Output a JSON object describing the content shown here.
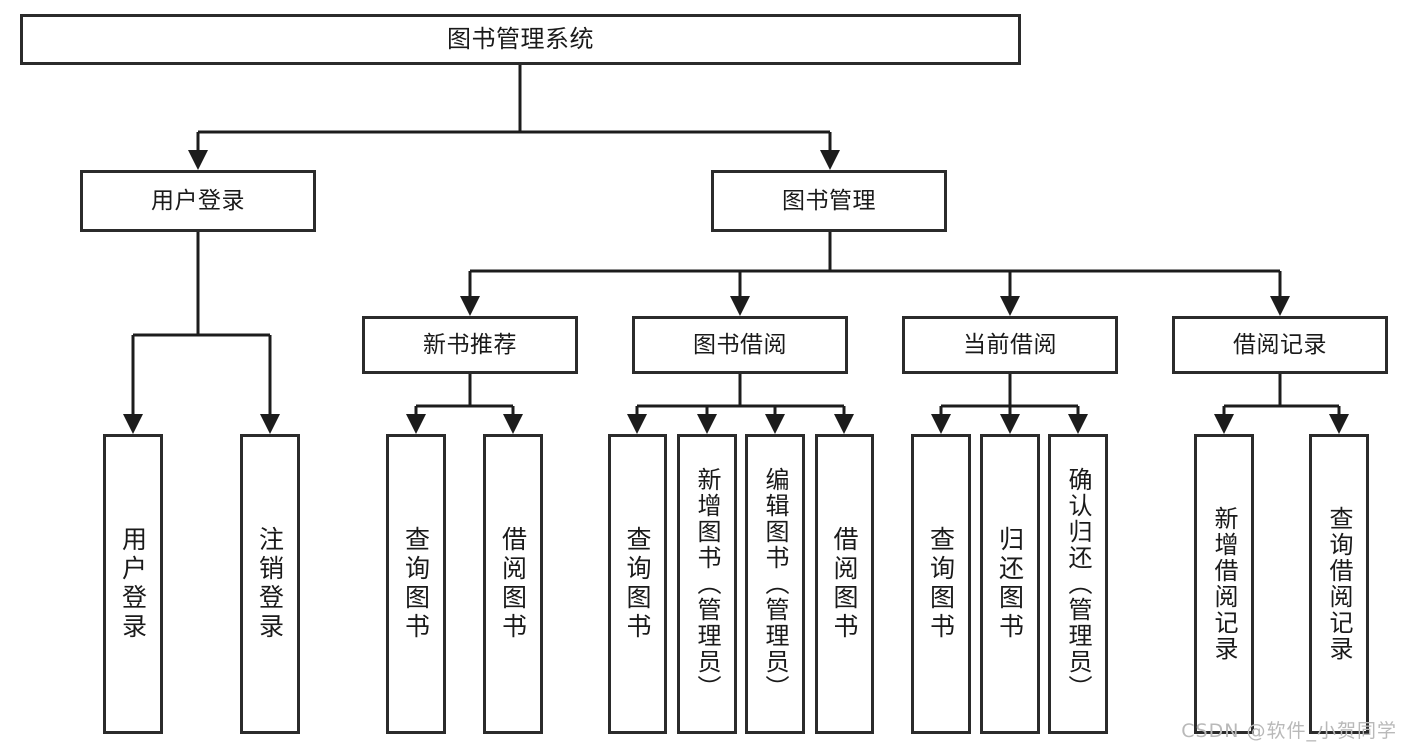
{
  "diagram": {
    "type": "tree",
    "title": "图书管理系统",
    "orientation": "top-down",
    "colors": {
      "box_border": "#2b2b2b",
      "box_fill": "#ffffff",
      "connector": "#1c1c1c",
      "text": "#1a1a1a",
      "watermark": "#b9b9b9",
      "background": "#ffffff"
    }
  },
  "root": {
    "label": "图书管理系统"
  },
  "level1": [
    {
      "label": "用户登录"
    },
    {
      "label": "图书管理"
    }
  ],
  "level2": [
    {
      "label": "新书推荐"
    },
    {
      "label": "图书借阅"
    },
    {
      "label": "当前借阅"
    },
    {
      "label": "借阅记录"
    }
  ],
  "leaves": {
    "user_login": [
      {
        "label": "用户登录"
      },
      {
        "label": "注销登录"
      }
    ],
    "new_book_recommend": [
      {
        "label": "查询图书"
      },
      {
        "label": "借阅图书"
      }
    ],
    "book_borrow": [
      {
        "label": "查询图书"
      },
      {
        "label": "新增图书（管理员）"
      },
      {
        "label": "编辑图书（管理员）"
      },
      {
        "label": "借阅图书"
      }
    ],
    "current_borrow": [
      {
        "label": "查询图书"
      },
      {
        "label": "归还图书"
      },
      {
        "label": "确认归还（管理员）"
      }
    ],
    "borrow_record": [
      {
        "label": "新增借阅记录"
      },
      {
        "label": "查询借阅记录"
      }
    ]
  },
  "watermark": {
    "text": "CSDN @软件_小贺同学"
  }
}
